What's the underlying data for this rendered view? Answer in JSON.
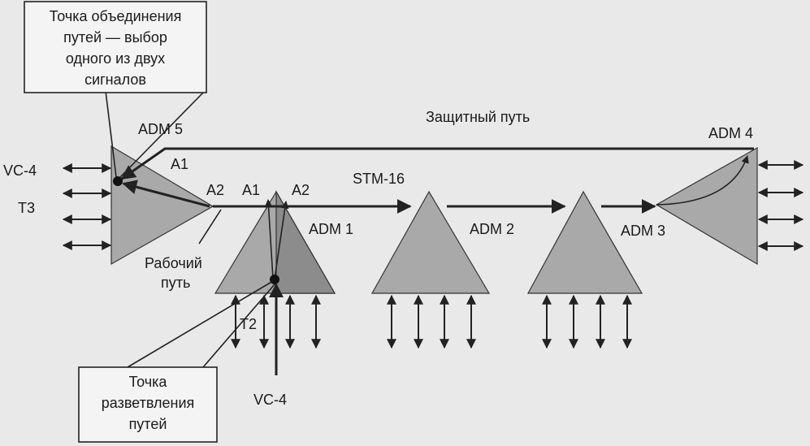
{
  "callouts": {
    "merge_point": [
      "Точка объединения",
      "путей — выбор",
      "одного из двух",
      "сигналов"
    ],
    "split_point": [
      "Точка",
      "разветвления",
      "путей"
    ]
  },
  "labels": {
    "adm5": "ADM 5",
    "adm4": "ADM 4",
    "adm1": "ADM 1",
    "adm2": "ADM 2",
    "adm3": "ADM 3",
    "protect_path": "Защитный путь",
    "work_path_l1": "Рабочий",
    "work_path_l2": "путь",
    "stm16": "STM-16",
    "a1_left": "A1",
    "a2_left": "A2",
    "a1_adm1": "A1",
    "a2_adm1": "A2",
    "vc4_left": "VC-4",
    "t3": "T3",
    "t2": "T2",
    "vc4_bottom": "VC-4"
  }
}
